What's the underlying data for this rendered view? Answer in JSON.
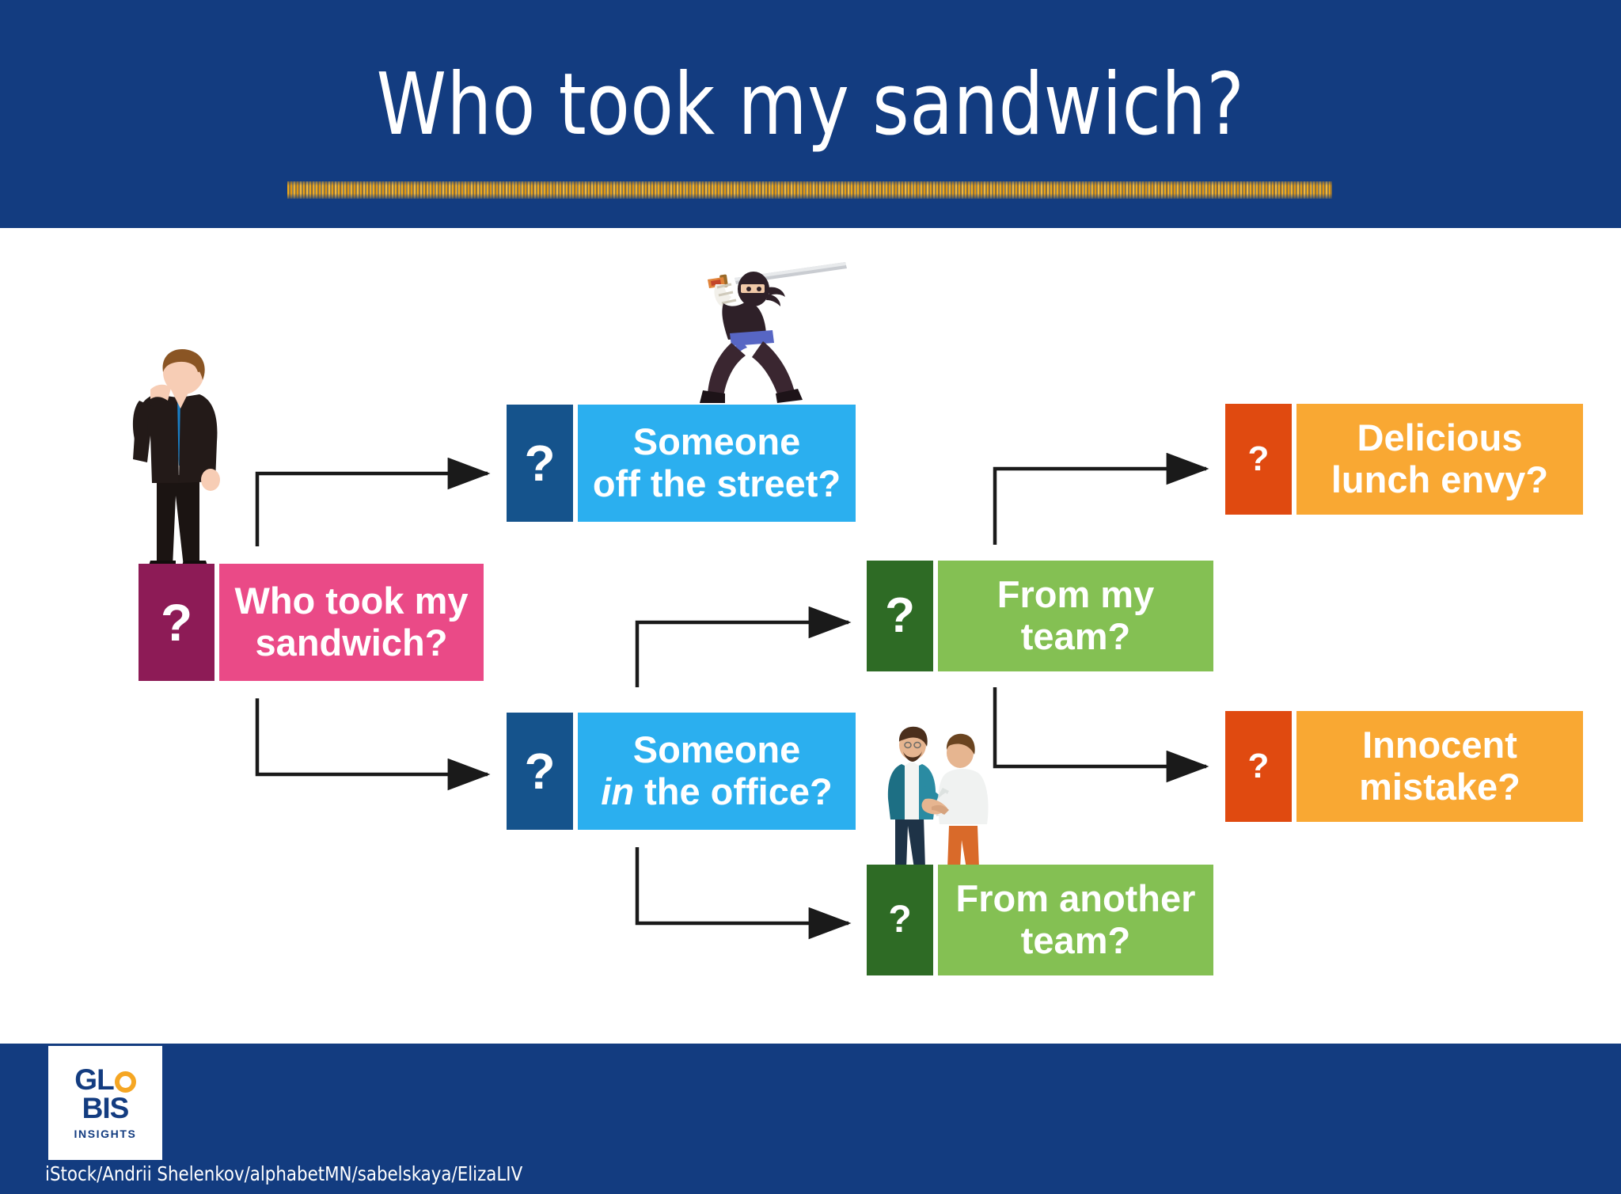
{
  "header": {
    "title": "Who took my sandwich?",
    "band_color": "#133c80",
    "rule_color": "#f0a91e"
  },
  "footer": {
    "band_color": "#133c80",
    "logo": {
      "line1": "GL",
      "line1_o": "O",
      "line2": "BIS",
      "line3": "INSIGHTS",
      "text_color": "#133c80",
      "accent_color": "#f5a623"
    },
    "credit": "iStock/Andrii Shelenkov/alphabetMN/sabelskaya/ElizaLIV"
  },
  "diagram": {
    "type": "flowchart",
    "nodes": [
      {
        "id": "root",
        "badge": "?",
        "label": "Who took my sandwich?",
        "line1": "Who took my",
        "line2": "sandwich?",
        "badge_color": "#8d1b56",
        "body_color": "#ea4a87"
      },
      {
        "id": "street",
        "badge": "?",
        "label": "Someone off the street?",
        "line1": "Someone",
        "line2": "off the street?",
        "badge_color": "#15538c",
        "body_color": "#2bafef"
      },
      {
        "id": "office",
        "badge": "?",
        "label": "Someone in the office?",
        "line1": "Someone",
        "line2_italic": "in",
        "line2_rest": " the office?",
        "badge_color": "#15538c",
        "body_color": "#2bafef"
      },
      {
        "id": "myteam",
        "badge": "?",
        "label": "From my team?",
        "line1": "From my",
        "line2": "team?",
        "badge_color": "#2e6b25",
        "body_color": "#84c053"
      },
      {
        "id": "otherteam",
        "badge": "?",
        "label": "From another team?",
        "line1": "From another",
        "line2": "team?",
        "badge_color": "#2e6b25",
        "body_color": "#84c053"
      },
      {
        "id": "envy",
        "badge": "?",
        "label": "Delicious lunch envy?",
        "line1": "Delicious",
        "line2": "lunch envy?",
        "badge_color": "#e04a10",
        "body_color": "#f9a833"
      },
      {
        "id": "mistake",
        "badge": "?",
        "label": "Innocent mistake?",
        "line1": "Innocent",
        "line2": "mistake?",
        "badge_color": "#e04a10",
        "body_color": "#f9a833"
      }
    ],
    "edges": [
      {
        "from": "root",
        "to": "street"
      },
      {
        "from": "root",
        "to": "office"
      },
      {
        "from": "office",
        "to": "myteam"
      },
      {
        "from": "office",
        "to": "otherteam"
      },
      {
        "from": "myteam",
        "to": "envy"
      },
      {
        "from": "myteam",
        "to": "mistake"
      }
    ],
    "illustrations": [
      {
        "id": "sad-businessman",
        "desc": "businessman in dark suit with blue tie, head in hand"
      },
      {
        "id": "ninja-with-katana",
        "desc": "ninja in dark outfit with blue sash holding a katana"
      },
      {
        "id": "handshake-colleagues",
        "desc": "two colleagues shaking hands"
      }
    ]
  }
}
